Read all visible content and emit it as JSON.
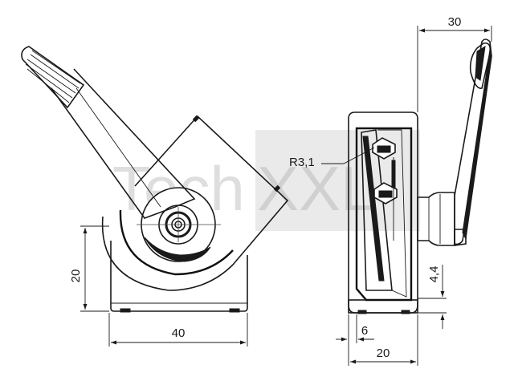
{
  "watermark": {
    "text_left": "Tech",
    "text_right": "XXL"
  },
  "dimensions": {
    "width_30": "30",
    "radius": "R3,1",
    "height_20": "20",
    "width_40": "40",
    "height_4_4": "4,4",
    "width_6": "6",
    "width_20_bottom": "20"
  }
}
